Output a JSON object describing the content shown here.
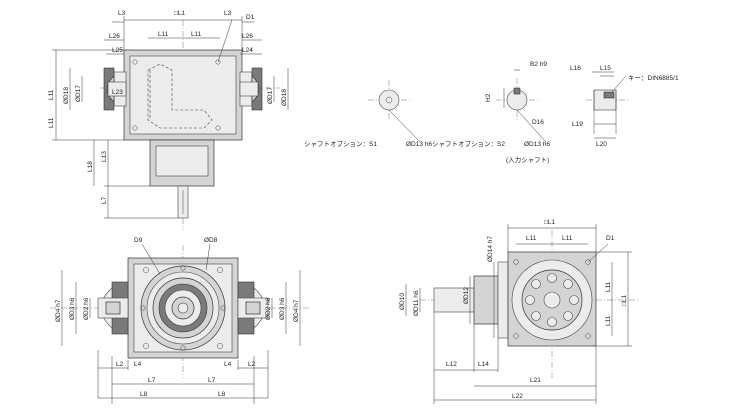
{
  "top_view": {
    "L3_left": "L3",
    "L1": "□L1",
    "L3_right": "L3",
    "D1": "D1",
    "L11_left": "L11",
    "L11_right": "L11",
    "L26_left": "L26",
    "L26_right": "L26",
    "L25": "L25",
    "L24": "L24",
    "L23": "L23",
    "L11_v_top": "L11",
    "L11_v_bot": "L11",
    "D18_left": "ØD18",
    "D17_left": "ØD17",
    "D17_right": "ØD17",
    "D18_right": "ØD18",
    "L13": "L13",
    "L18": "L18",
    "L7": "L7"
  },
  "shaft_options": {
    "S1_label": "シャフトオプション：S1",
    "S2_label": "シャフトオプション：S2",
    "D13_1": "ØD13 h6",
    "D13_2": "ØD13 h6",
    "B2": "B2 h9",
    "H2": "H2",
    "D16": "D16",
    "L16": "L16",
    "L15": "L15",
    "key": "キー：DIN6885/1",
    "L19": "L19",
    "L20": "L20",
    "input_shaft": "(入力シャフト)"
  },
  "front_view": {
    "D9": "D9",
    "D8": "ØD8",
    "D4_left": "ØD4 h7",
    "D3_left": "ØD3 h6",
    "D2_left": "ØD2 h6",
    "D2_right": "ØD2 h6",
    "D3_right": "ØD3 h6",
    "D4_right": "ØD4 h7",
    "L2_left": "L2",
    "L4_left": "L4",
    "L4_right": "L4",
    "L2_right": "L2",
    "L7_left": "L7",
    "L7_right": "L7",
    "L8_left": "L8",
    "L8_right": "L8"
  },
  "side_view": {
    "L1": "□L1",
    "L11_left": "L11",
    "L11_right": "L11",
    "D1": "D1",
    "D14": "ØD14 h7",
    "D12": "ØD12",
    "D10": "ØD10",
    "D11": "ØD11 h6",
    "L11_v_top": "L11",
    "L11_v_bot": "L11",
    "L1_v": "□L1",
    "L12": "L12",
    "L14": "L14",
    "L21": "L21",
    "L22": "L22"
  }
}
